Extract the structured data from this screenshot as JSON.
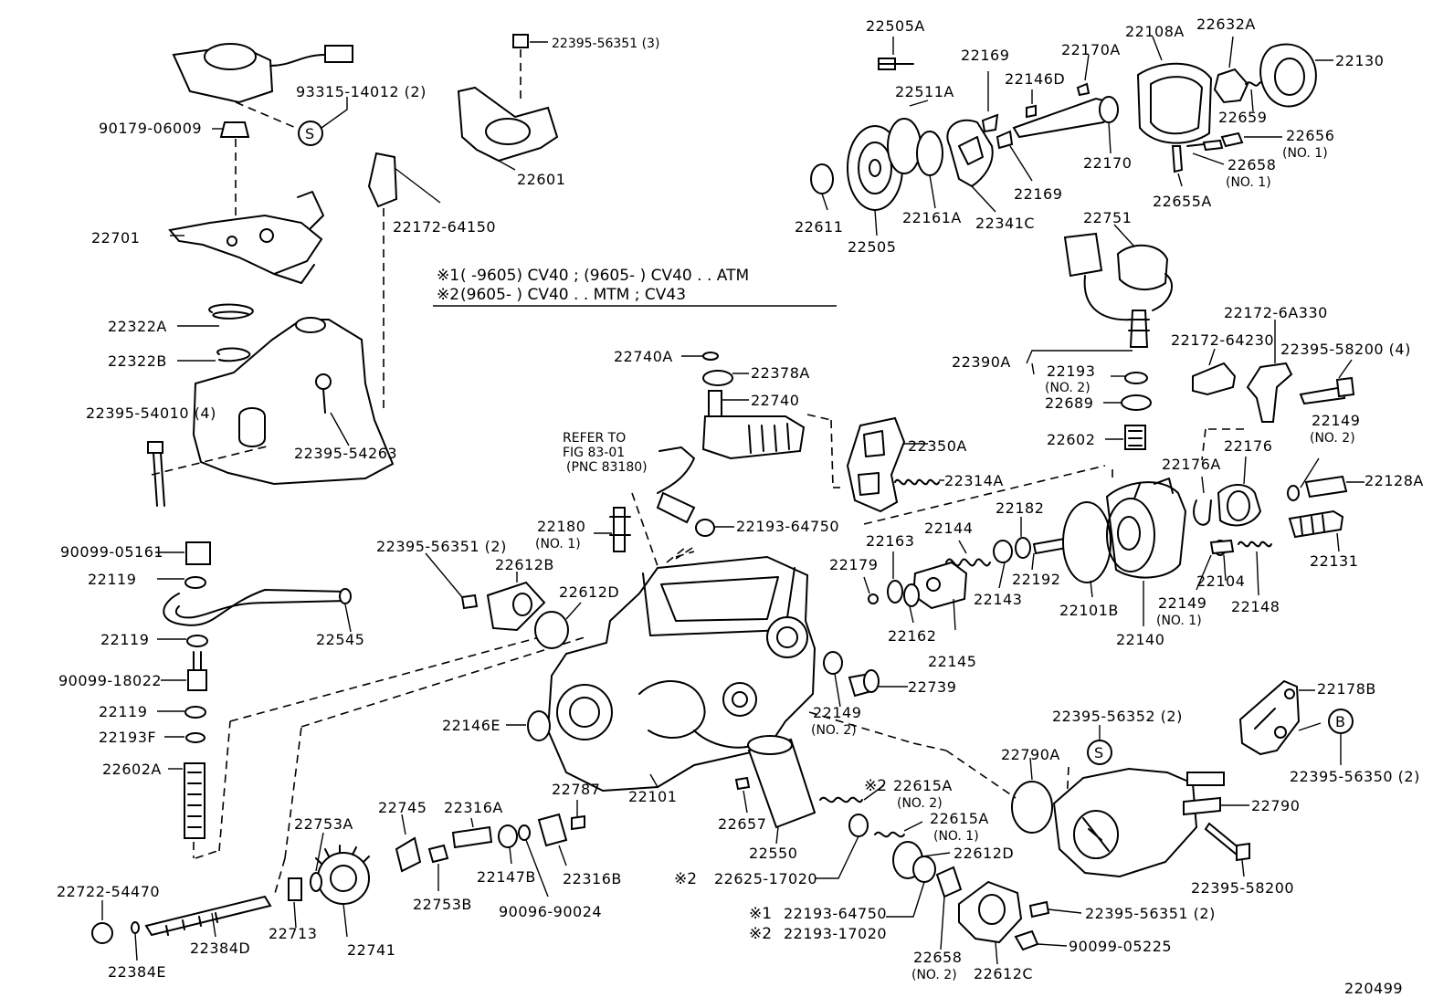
{
  "figure_id": "220499",
  "notes": {
    "n1_mark": "※1",
    "n1_text": "(        -9605) CV40 ; (9605-        ) CV40 . . ATM",
    "n2_mark": "※2",
    "n2_text": "(9605-        ) CV40 . . MTM ; CV43"
  },
  "refer": {
    "line1": "REFER TO",
    "line2": "FIG 83-01",
    "line3": "(PNC 83180)"
  },
  "symbols": {
    "s": "S",
    "b": "B"
  },
  "labels": {
    "p22505A": "22505A",
    "p22169a": "22169",
    "p22170A": "22170A",
    "p22108A": "22108A",
    "p22632A": "22632A",
    "p22130": "22130",
    "p22146D": "22146D",
    "p22511A": "22511A",
    "p22659": "22659",
    "p22656": "22656",
    "p22656n": "(NO. 1)",
    "p22658a": "22658",
    "p22658an": "(NO. 1)",
    "p22170": "22170",
    "p22169b": "22169",
    "p22655A": "22655A",
    "p22611": "22611",
    "p22505": "22505",
    "p22161A": "22161A",
    "p22341C": "22341C",
    "p22751": "22751",
    "p22172_6A330": "22172-6A330",
    "p22172_64230": "22172-64230",
    "p22395_58200_4": "22395-58200 (4)",
    "p22390A": "22390A",
    "p22193n2": "22193",
    "p22193n2n": "(NO. 2)",
    "p22689": "22689",
    "p22602": "22602",
    "p22149n2a": "22149",
    "p22149n2an": "(NO. 2)",
    "p22128A": "22128A",
    "p22176A": "22176A",
    "p22176": "22176",
    "p22131": "22131",
    "p22350A": "22350A",
    "p22314A": "22314A",
    "p22740A": "22740A",
    "p22378A": "22378A",
    "p22740": "22740",
    "p22193_64750a": "22193-64750",
    "p22182": "22182",
    "p22144": "22144",
    "p22163": "22163",
    "p22179": "22179",
    "p22192": "22192",
    "p22143": "22143",
    "p22162": "22162",
    "p22145": "22145",
    "p22101B": "22101B",
    "p22140": "22140",
    "p22149n1": "22149",
    "p22149n1n": "(NO. 1)",
    "p22104": "22104",
    "p22148": "22148",
    "p22739": "22739",
    "p22149n2b": "22149",
    "p22149n2bn": "(NO. 2)",
    "p22178B": "22178B",
    "p22395_56352": "22395-56352 (2)",
    "p22395_56350": "22395-56350 (2)",
    "p22790A": "22790A",
    "p22790": "22790",
    "p22395_58200": "22395-58200",
    "p22395_56351_2b": "22395-56351 (2)",
    "p90099_05225": "90099-05225",
    "p22612C": "22612C",
    "p22658b": "22658",
    "p22658bn": "(NO. 2)",
    "p22193_64750b": "22193-64750",
    "p22193_17020": "22193-17020",
    "p22612D_b": "22612D",
    "p22615A_1": "22615A",
    "p22615A_1n": "(NO. 1)",
    "p22615A_2": "22615A",
    "p22615A_2n": "(NO. 2)",
    "p22625_17020": "22625-17020",
    "p22550": "22550",
    "p22657": "22657",
    "p22101": "22101",
    "p22146E": "22146E",
    "p22787": "22787",
    "p22316B": "22316B",
    "p90096_90024": "90096-90024",
    "p22147B": "22147B",
    "p22316A": "22316A",
    "p22745": "22745",
    "p22753B": "22753B",
    "p22753A": "22753A",
    "p22741": "22741",
    "p22713": "22713",
    "p22384D": "22384D",
    "p22384E": "22384E",
    "p22722_54470": "22722-54470",
    "p22180": "22180",
    "p22180n": "(NO. 1)",
    "p22395_56351_2a": "22395-56351 (2)",
    "p22612B": "22612B",
    "p22612D_a": "22612D",
    "p22601": "22601",
    "p22395_56351_3": "22395-56351 (3)",
    "p22172_64150": "22172-64150",
    "p93315_14012": "93315-14012 (2)",
    "p90179_06009": "90179-06009",
    "p22701": "22701",
    "p22322A": "22322A",
    "p22322B": "22322B",
    "p22395_54010": "22395-54010 (4)",
    "p22395_54263": "22395-54263",
    "p90099_05161": "90099-05161",
    "p22119a": "22119",
    "p22119b": "22119",
    "p22119c": "22119",
    "p22545": "22545",
    "p90099_18022": "90099-18022",
    "p22193F": "22193F",
    "p22602A": "22602A"
  }
}
